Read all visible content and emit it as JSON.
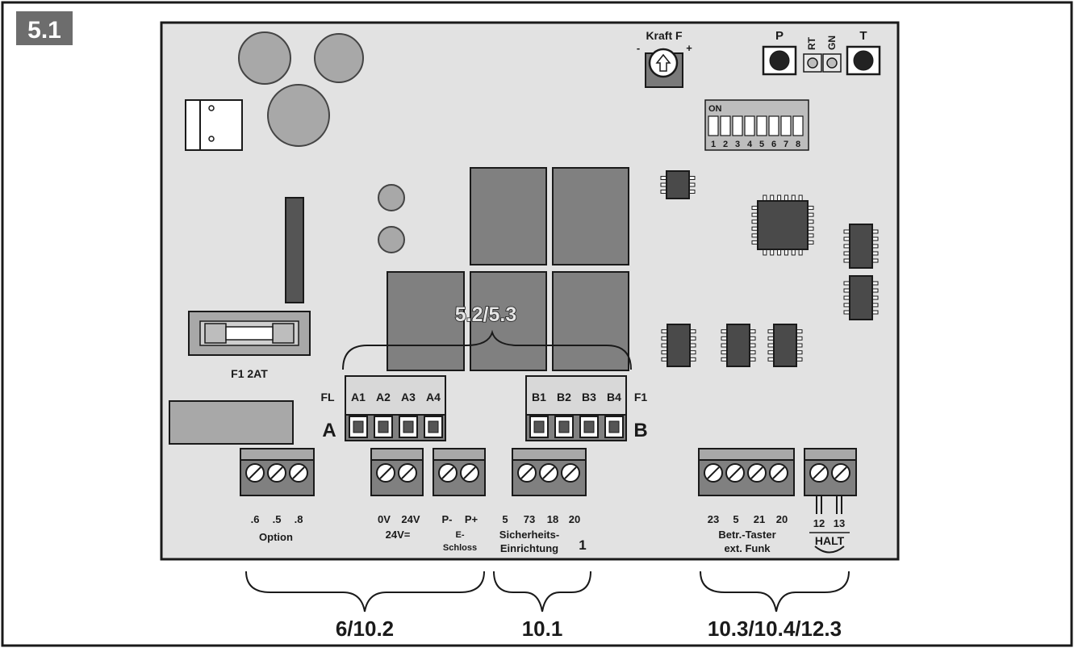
{
  "figure": {
    "number": "5.1"
  },
  "top_controls": {
    "potentiometer_label": "Kraft F",
    "pot_minus": "-",
    "pot_plus": "+",
    "button_p": "P",
    "led_rt": "RT",
    "led_gn": "GN",
    "button_t": "T"
  },
  "dip_switch": {
    "on_label": "ON",
    "numbers": [
      "1",
      "2",
      "3",
      "4",
      "5",
      "6",
      "7",
      "8"
    ]
  },
  "fuse": {
    "label": "F1 2AT"
  },
  "relay_callout": "5.2/5.3",
  "connector_a": {
    "left_label": "FL",
    "pins": [
      "A1",
      "A2",
      "A3",
      "A4"
    ],
    "letter": "A"
  },
  "connector_b": {
    "pins": [
      "B1",
      "B2",
      "B3",
      "B4"
    ],
    "right_label": "F1",
    "letter": "B"
  },
  "terminals": {
    "option": {
      "pins": [
        ".6",
        ".5",
        ".8"
      ],
      "caption": "Option"
    },
    "power": {
      "pins": [
        "0V",
        "24V"
      ],
      "caption": "24V="
    },
    "lock": {
      "pins": [
        "P-",
        "P+"
      ],
      "caption1": "E-",
      "caption2": "Schloss"
    },
    "safety": {
      "pins": [
        "5",
        "73",
        "18",
        "20"
      ],
      "caption1": "Sicherheits-",
      "caption2": "Einrichtung",
      "suffix": "1"
    },
    "operator": {
      "pins": [
        "23",
        "5",
        "21",
        "20"
      ],
      "caption1": "Betr.-Taster",
      "caption2": "ext. Funk"
    },
    "halt": {
      "pins": [
        "12",
        "13"
      ],
      "caption": "HALT"
    }
  },
  "section_refs": {
    "left": "6/10.2",
    "middle": "10.1",
    "right": "10.3/10.4/12.3"
  }
}
